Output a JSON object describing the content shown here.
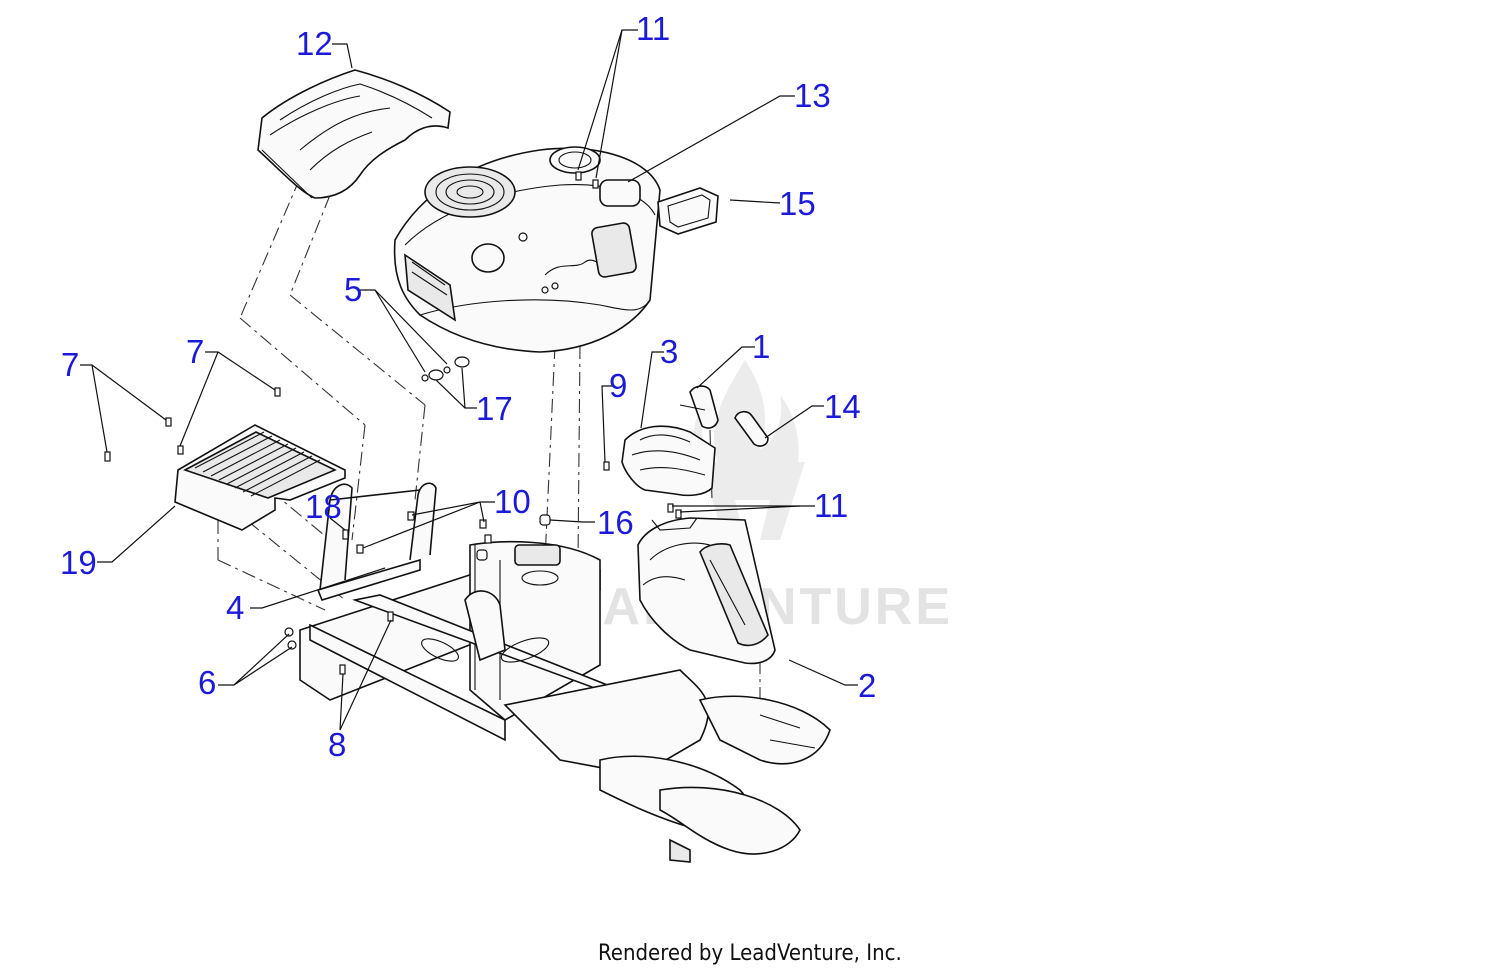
{
  "diagram": {
    "callouts": [
      {
        "id": "c1",
        "label": "1"
      },
      {
        "id": "c2",
        "label": "2"
      },
      {
        "id": "c3",
        "label": "3"
      },
      {
        "id": "c4",
        "label": "4"
      },
      {
        "id": "c5",
        "label": "5"
      },
      {
        "id": "c6",
        "label": "6"
      },
      {
        "id": "c7a",
        "label": "7"
      },
      {
        "id": "c7b",
        "label": "7"
      },
      {
        "id": "c8",
        "label": "8"
      },
      {
        "id": "c9",
        "label": "9"
      },
      {
        "id": "c10",
        "label": "10"
      },
      {
        "id": "c11a",
        "label": "11"
      },
      {
        "id": "c11b",
        "label": "11"
      },
      {
        "id": "c12",
        "label": "12"
      },
      {
        "id": "c13",
        "label": "13"
      },
      {
        "id": "c14",
        "label": "14"
      },
      {
        "id": "c15",
        "label": "15"
      },
      {
        "id": "c16",
        "label": "16"
      },
      {
        "id": "c17",
        "label": "17"
      },
      {
        "id": "c18",
        "label": "18"
      },
      {
        "id": "c19",
        "label": "19"
      }
    ],
    "watermark": "LEADVENTURE",
    "footer": "Rendered by LeadVenture, Inc."
  },
  "colors": {
    "callout": "#1a1ad8",
    "line": "#111111",
    "watermark": "#e3e3e3"
  }
}
